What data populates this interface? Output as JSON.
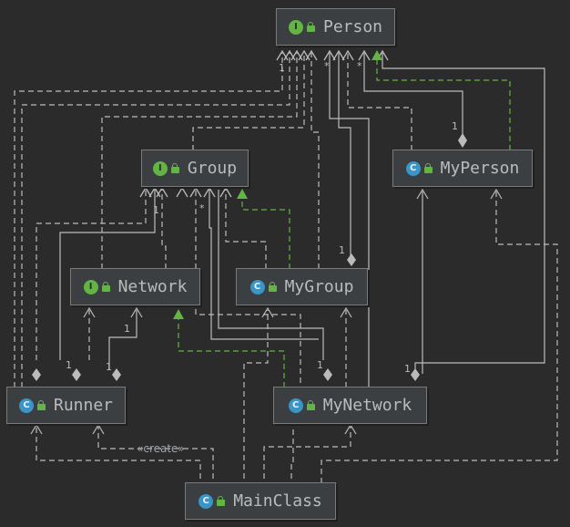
{
  "colors": {
    "background": "#2b2b2b",
    "node_fill": "#3c3f41",
    "edge": "#bbbbbb",
    "realization": "#62b543",
    "interface_badge": "#62b543",
    "class_badge": "#3a95c8"
  },
  "nodes": [
    {
      "id": "person",
      "label": "Person",
      "kind": "interface",
      "badge": "I"
    },
    {
      "id": "group",
      "label": "Group",
      "kind": "interface",
      "badge": "I"
    },
    {
      "id": "myperson",
      "label": "MyPerson",
      "kind": "class",
      "badge": "C"
    },
    {
      "id": "network",
      "label": "Network",
      "kind": "interface",
      "badge": "I"
    },
    {
      "id": "mygroup",
      "label": "MyGroup",
      "kind": "class",
      "badge": "C"
    },
    {
      "id": "runner",
      "label": "Runner",
      "kind": "class",
      "badge": "C"
    },
    {
      "id": "mynetwork",
      "label": "MyNetwork",
      "kind": "class",
      "badge": "C"
    },
    {
      "id": "mainclass",
      "label": "MainClass",
      "kind": "main-class",
      "badge": "C"
    }
  ],
  "edge_labels": {
    "create": "«create»",
    "one": "1",
    "many": "*"
  }
}
